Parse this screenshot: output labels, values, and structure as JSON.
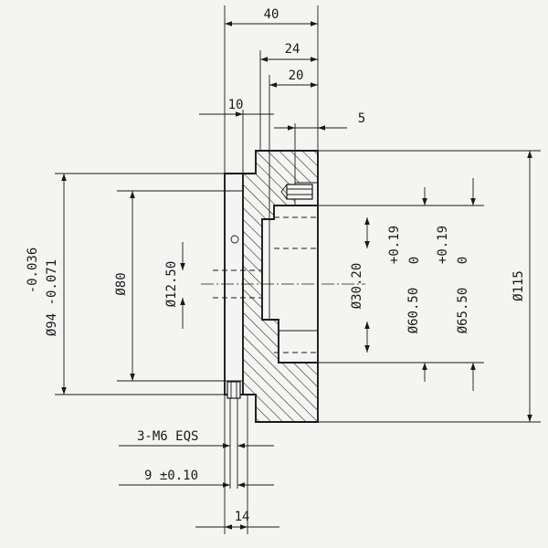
{
  "drawing": {
    "dims": {
      "d40": "40",
      "d24": "24",
      "d20": "20",
      "d10": "10",
      "d5": "5",
      "tol_94_upper": "-0.036",
      "d94": "Ø94 -0.071",
      "d80": "Ø80",
      "d12_5": "Ø12.50",
      "d30_2": "Ø30.20",
      "tol_60_5": "+0.19",
      "tol_60_5_lower": "0",
      "d60_5": "Ø60.50",
      "tol_65_5": "+0.19",
      "tol_65_5_lower": "0",
      "d65_5": "Ø65.50",
      "d115": "Ø115",
      "thread": "3-M6 EQS",
      "d9": "9 ±0.10",
      "d14": "14"
    },
    "colors": {
      "line": "#1a1a1a",
      "paper": "#f4f4f2"
    }
  }
}
